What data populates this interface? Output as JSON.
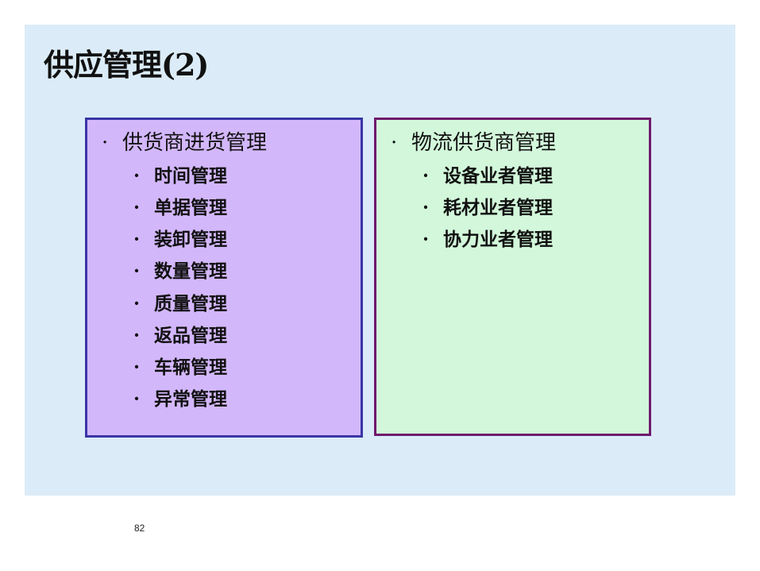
{
  "slide": {
    "title": "供应管理(2)",
    "page_number": "82",
    "colors": {
      "background": "#dbecf8",
      "left_box_fill": "#d3b7fb",
      "left_box_border": "#3a35a6",
      "right_box_fill": "#d2f7da",
      "right_box_border": "#6f1a6d"
    },
    "left_box": {
      "heading": "供货商进货管理",
      "items": [
        "时间管理",
        "单据管理",
        "装卸管理",
        "数量管理",
        "质量管理",
        "返品管理",
        "车辆管理",
        "异常管理"
      ]
    },
    "right_box": {
      "heading": "物流供货商管理",
      "items": [
        "设备业者管理",
        "耗材业者管理",
        "协力业者管理"
      ]
    },
    "bullet": "·"
  }
}
